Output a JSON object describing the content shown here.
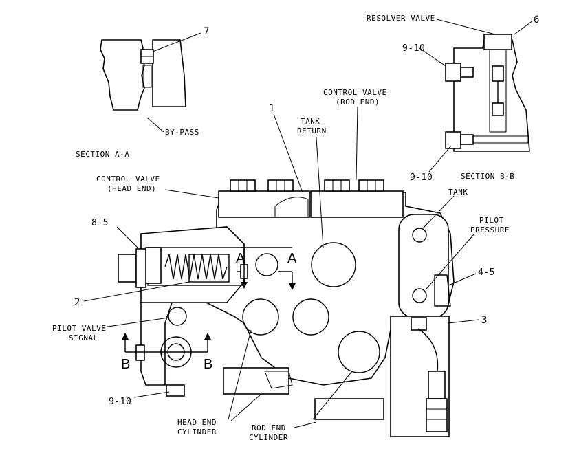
{
  "labels": {
    "resolver_valve": "RESOLVER VALVE",
    "num_6": "6",
    "num_7": "7",
    "num_9_10_top": "9-10",
    "num_9_10_mid": "9-10",
    "num_9_10_bottom": "9-10",
    "by_pass": "BY-PASS",
    "section_aa": "SECTION A-A",
    "section_bb": "SECTION B-B",
    "control_valve_rod_1": "CONTROL VALVE",
    "control_valve_rod_2": "(ROD END)",
    "num_1": "1",
    "tank_return_1": "TANK",
    "tank_return_2": "RETURN",
    "control_valve_head_1": "CONTROL VALVE",
    "control_valve_head_2": "(HEAD END)",
    "tank": "TANK",
    "pilot_pressure_1": "PILOT",
    "pilot_pressure_2": "PRESSURE",
    "num_8_5": "8-5",
    "num_4_5": "4-5",
    "num_2": "2",
    "num_3": "3",
    "pilot_valve_signal_1": "PILOT VALVE",
    "pilot_valve_signal_2": "SIGNAL",
    "letter_a_left": "A",
    "letter_a_right": "A",
    "letter_b_left": "B",
    "letter_b_right": "B",
    "head_end_cylinder_1": "HEAD END",
    "head_end_cylinder_2": "CYLINDER",
    "rod_end_cylinder_1": "ROD END",
    "rod_end_cylinder_2": "CYLINDER"
  }
}
